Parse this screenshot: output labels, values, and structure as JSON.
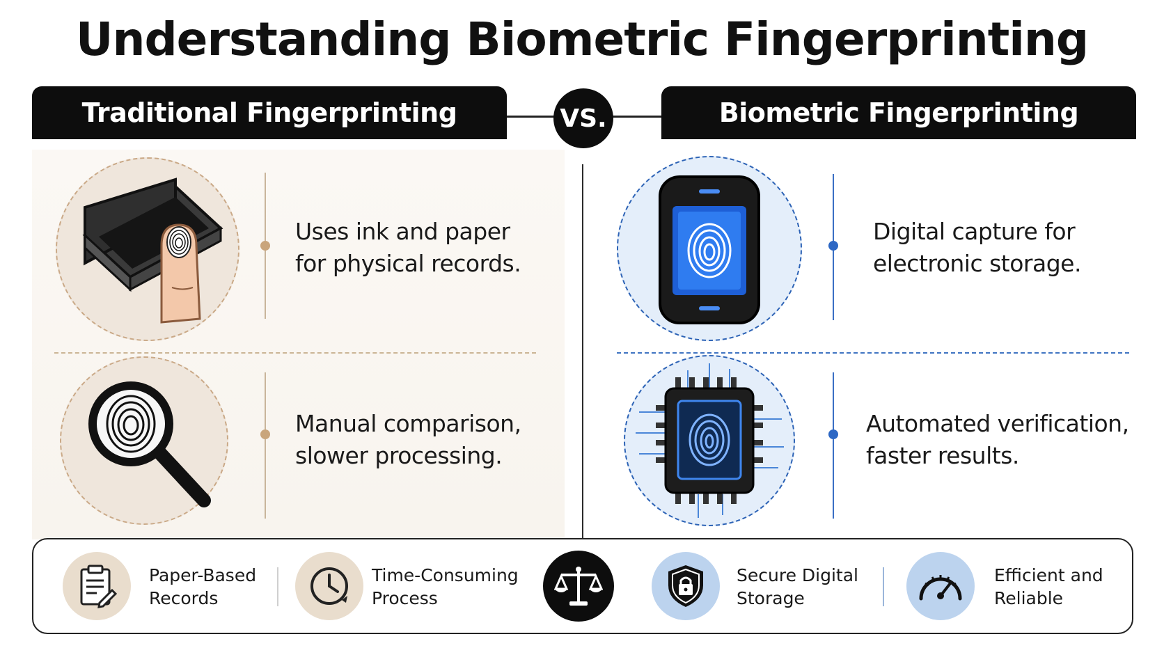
{
  "title": "Understanding Biometric Fingerprinting",
  "vs_label": "VS.",
  "traditional": {
    "header": "Traditional Fingerprinting",
    "rows": [
      {
        "line1": "Uses ink and paper",
        "line2": "for physical records."
      },
      {
        "line1": "Manual comparison,",
        "line2": "slower processing."
      }
    ]
  },
  "biometric": {
    "header": "Biometric Fingerprinting",
    "rows": [
      {
        "line1": "Digital capture for",
        "line2": "electronic storage."
      },
      {
        "line1": "Automated verification,",
        "line2": "faster results."
      }
    ]
  },
  "summary": [
    {
      "line1": "Paper-Based",
      "line2": "Records",
      "icon": "clipboard-icon"
    },
    {
      "line1": "Time-Consuming",
      "line2": "Process",
      "icon": "clock-icon"
    },
    {
      "icon": "scales-icon"
    },
    {
      "line1": "Secure Digital",
      "line2": "Storage",
      "icon": "shield-lock-icon"
    },
    {
      "line1": "Efficient and",
      "line2": "Reliable",
      "icon": "speedometer-icon"
    }
  ],
  "colors": {
    "tan_accent": "#c9a57c",
    "blue_accent": "#2c67c4",
    "header_bg": "#0d0d0d"
  }
}
